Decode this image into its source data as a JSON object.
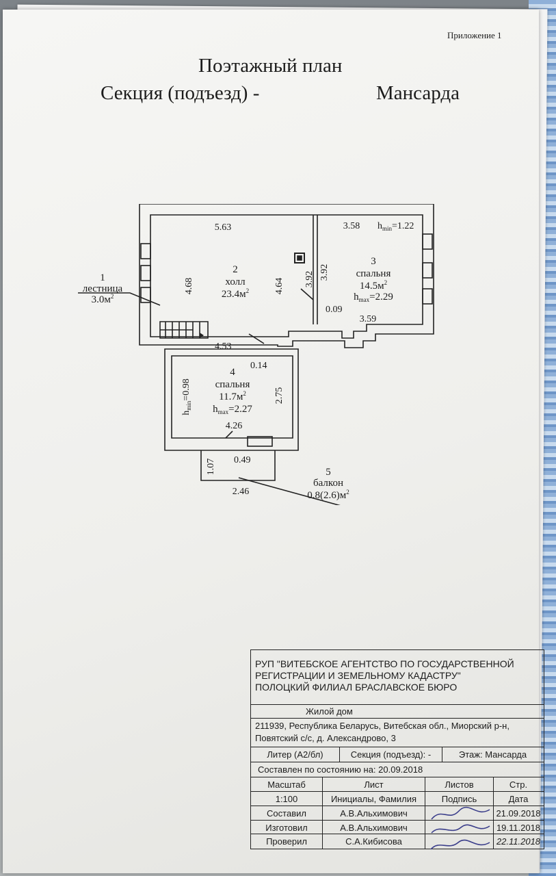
{
  "header": {
    "appendix": "Приложение 1",
    "title": "Поэтажный план",
    "section_label": "Секция (подъезд) -",
    "floor_label": "Мансарда"
  },
  "plan": {
    "dims": {
      "hall_top": "5.63",
      "bed3_top": "3.58",
      "hmin_top": "h",
      "hmin_top_sub": "min",
      "hmin_top_val": "=1.22",
      "hall_left": "4.68",
      "hall_right": "4.64",
      "wall_a": "3.92",
      "wall_b": "3.92",
      "bed3_gap": "0.09",
      "bed3_bottom": "3.59",
      "hall_bottom": "4.53",
      "door_gap": "0.14",
      "bed4_left_h": "h",
      "bed4_left_sub": "min",
      "bed4_left_val": "=0.98",
      "bed4_right": "2.75",
      "bed4_bottom": "4.26",
      "balcony_left": "1.07",
      "balcony_gap": "0.49",
      "balcony_bottom": "2.46"
    },
    "rooms": [
      {
        "num": "1",
        "name": "лестница",
        "area": "3.0м",
        "sup": "2"
      },
      {
        "num": "2",
        "name": "холл",
        "area": "23.4м",
        "sup": "2"
      },
      {
        "num": "3",
        "name": "спальня",
        "area": "14.5м",
        "sup": "2",
        "h": "h",
        "hsub": "max",
        "hval": "=2.29"
      },
      {
        "num": "4",
        "name": "спальня",
        "area": "11.7м",
        "sup": "2",
        "h": "h",
        "hsub": "max",
        "hval": "=2.27"
      },
      {
        "num": "5",
        "name": "балкон",
        "area": "0.8(2.6)м",
        "sup": "2"
      }
    ]
  },
  "titleblock": {
    "org_line1": "РУП \"ВИТЕБСКОЕ АГЕНТСТВО ПО ГОСУДАРСТВЕННОЙ",
    "org_line2": "РЕГИСТРАЦИИ И ЗЕМЕЛЬНОМУ КАДАСТРУ\"",
    "org_line3": "ПОЛОЦКИЙ ФИЛИАЛ БРАСЛАВСКОЕ БЮРО",
    "object": "Жилой дом",
    "address_line1": "211939, Республика Беларусь, Витебская обл., Миорский р-н,",
    "address_line2": "Повятский с/с, д. Александрово, 3",
    "liter": "Литер (А2/бл)",
    "section": "Секция (подъезд): -",
    "floor": "Этаж: Мансарда",
    "state": "Составлен по состоянию на: 20.09.2018",
    "col_headers": [
      "Масштаб",
      "Лист",
      "Листов",
      "Стр."
    ],
    "scale": "1:100",
    "col_headers2": [
      "Инициалы, Фамилия",
      "Подпись",
      "Дата"
    ],
    "rows": [
      {
        "role": "Составил",
        "name": "А.В.Альхимович",
        "date": "21.09.2018"
      },
      {
        "role": "Изготовил",
        "name": "А.В.Альхимович",
        "date": "19.11.2018"
      },
      {
        "role": "Проверил",
        "name": "С.А.Кибисова",
        "date": "22.11.2018"
      }
    ]
  }
}
